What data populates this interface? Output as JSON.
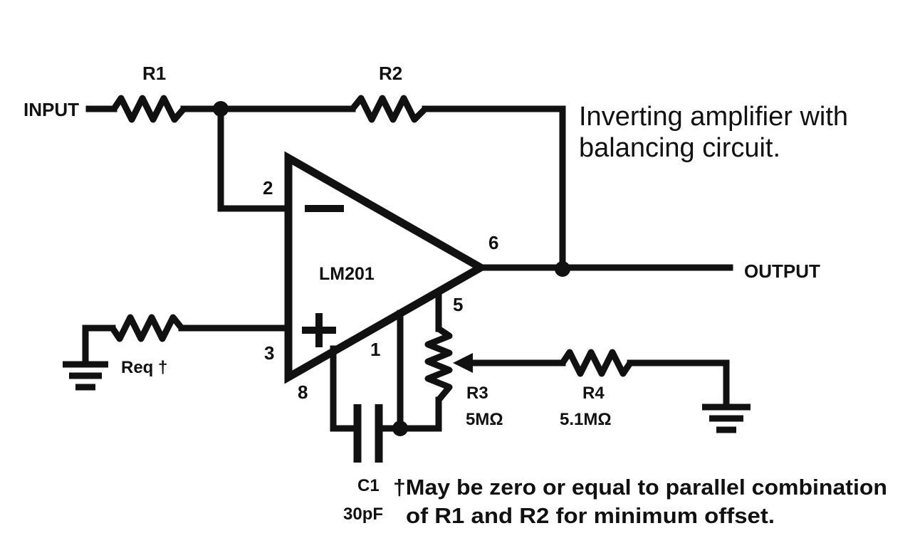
{
  "labels": {
    "input": "INPUT",
    "r1": "R1",
    "r2": "R2",
    "pin2": "2",
    "pin3": "3",
    "pin8": "8",
    "pin1": "1",
    "pin5": "5",
    "pin6": "6",
    "opamp": "LM201",
    "output": "OUTPUT",
    "req": "Req †",
    "r3": "R3",
    "r3_value": "5MΩ",
    "r4": "R4",
    "r4_value": "5.1MΩ",
    "c1": "C1",
    "c1_value": "30pF"
  },
  "caption": {
    "line1": "Inverting amplifier with",
    "line2": "balancing circuit."
  },
  "footnote": {
    "line1": "†May be zero or equal to parallel combination",
    "line2": "of R1 and R2 for minimum offset."
  }
}
